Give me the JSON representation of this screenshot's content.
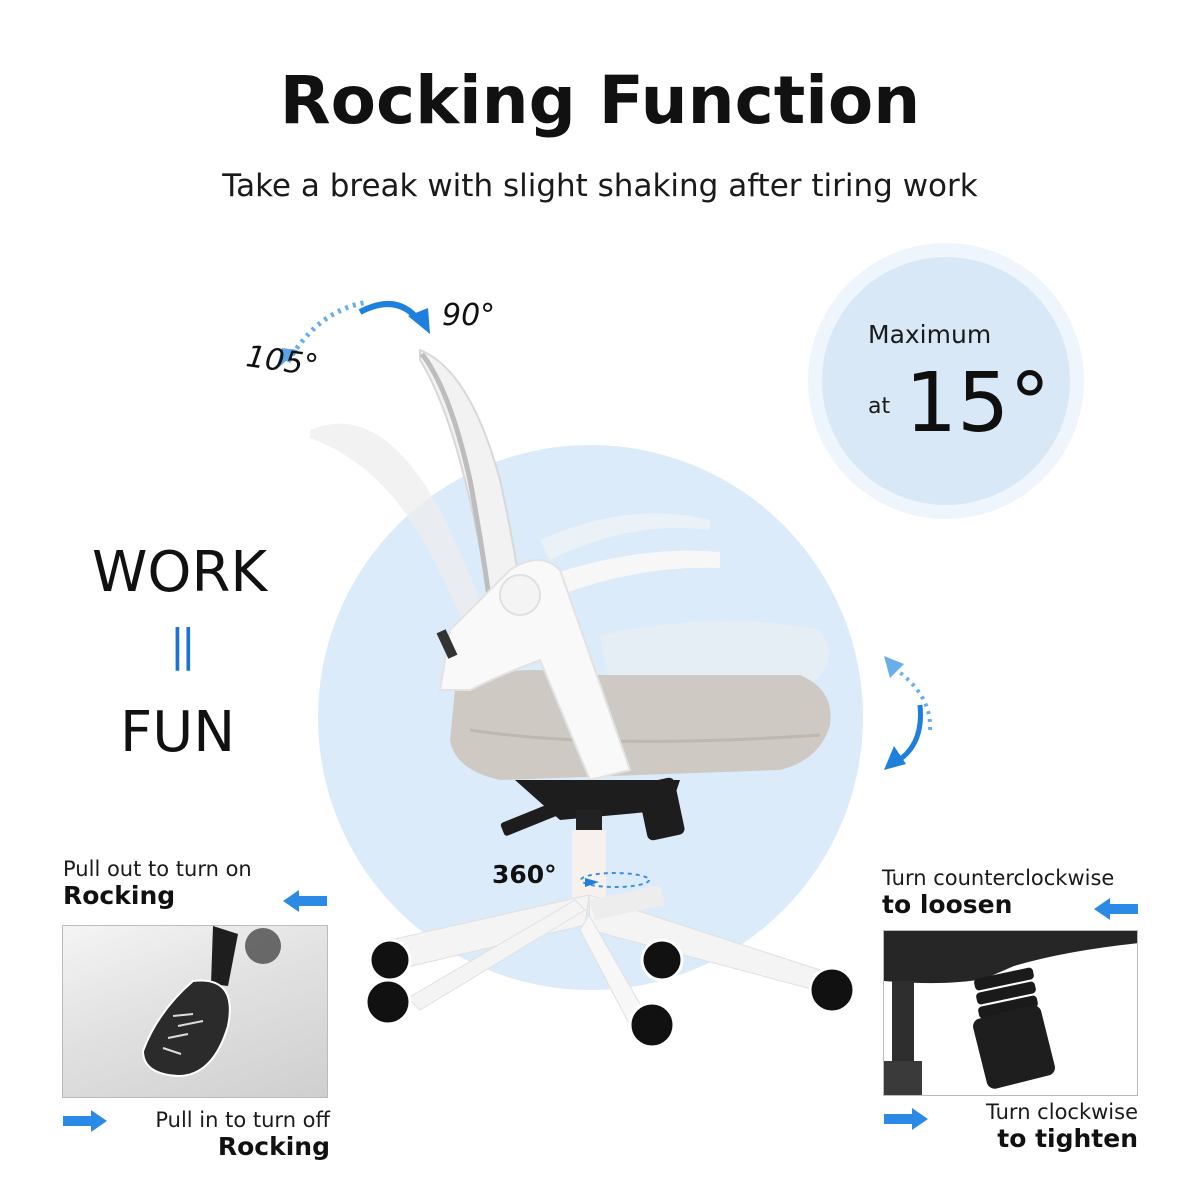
{
  "header": {
    "title": "Rocking Function",
    "subtitle": "Take a break with slight shaking after tiring work"
  },
  "recline": {
    "angle_start": "105°",
    "angle_end": "90°"
  },
  "max_badge": {
    "label": "Maximum",
    "prefix": "at",
    "value": "15°"
  },
  "slogan": {
    "top": "WORK",
    "separator": "||",
    "bottom": "FUN"
  },
  "swivel": {
    "label": "360°"
  },
  "rocking_lever": {
    "on_text": "Pull out to turn on",
    "on_bold": "Rocking",
    "off_text": "Pull in to turn off",
    "off_bold": "Rocking"
  },
  "tension_knob": {
    "loosen_text": "Turn counterclockwise",
    "loosen_bold": "to loosen",
    "tighten_text": "Turn clockwise",
    "tighten_bold": "to tighten"
  },
  "colors": {
    "accent_blue": "#1a73d9",
    "arrow_blue": "#2a8ae6",
    "disc_blue": "#dcebf9",
    "seat_gray": "#cfc9c3",
    "frame_white": "#f7f7f7"
  }
}
